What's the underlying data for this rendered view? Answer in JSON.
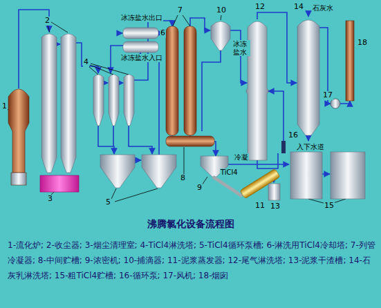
{
  "diagram": {
    "title": "沸腾氯化设备流程图",
    "labels": [
      "2",
      "冰冻盐水出口",
      "6",
      "7",
      "10",
      "12",
      "14",
      "石灰水",
      "18",
      "4",
      "1",
      "冰冻盐水入口",
      "冰冻盐水",
      "17",
      "入下水道",
      "16",
      "冷凝",
      "TiCl4",
      "3",
      "5",
      "8",
      "9",
      "11",
      "13",
      "15",
      "1-流化炉; 2-收尘器; 3-烟尘清理室; 4-TiCl4淋洗塔; 5-TiCl4循环泵槽; 6-淋洗用TiCl4冷却塔; 7-列管冷凝器; 8-中间贮槽; 9-浓密机; 10-捕滴器; 11-泥浆蒸发器; 12-尾气淋洗塔; 13-泥浆干渣槽; 14-石灰乳淋洗塔; 15-粗TiCl4贮槽; 16-循环泵; 17-风机; 18-烟囱"
    ]
  }
}
